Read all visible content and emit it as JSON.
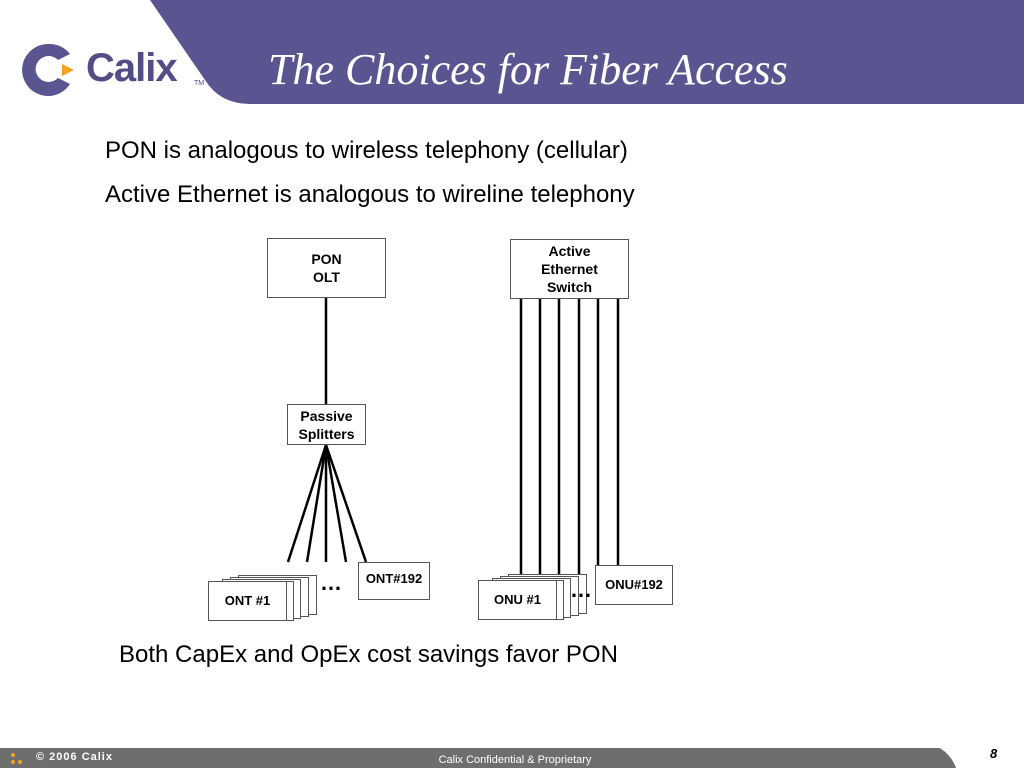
{
  "header": {
    "logo_text": "Calix",
    "logo_tm": "TM",
    "title": "The Choices for Fiber Access"
  },
  "bullets": [
    "PON is analogous to wireless telephony (cellular)",
    "Active Ethernet is analogous to wireline telephony",
    "Both CapEx and OpEx cost savings favor PON"
  ],
  "diagram": {
    "pon_olt": [
      "PON",
      "OLT"
    ],
    "splitters": [
      "Passive",
      "Splitters"
    ],
    "ont_first": "ONT #1",
    "ont_last": "ONT#192",
    "ethernet_switch": [
      "Active",
      "Ethernet",
      "Switch"
    ],
    "onu_first": "ONU #1",
    "onu_last": "ONU#192",
    "ellipsis": "…"
  },
  "footer": {
    "copyright": "© 2006 Calix",
    "confidential": "Calix Confidential & Proprietary",
    "page_number": "8"
  },
  "colors": {
    "brand_purple": "#5a5490",
    "brand_orange": "#f2a31b",
    "footer_gray": "#6e6e6e"
  }
}
